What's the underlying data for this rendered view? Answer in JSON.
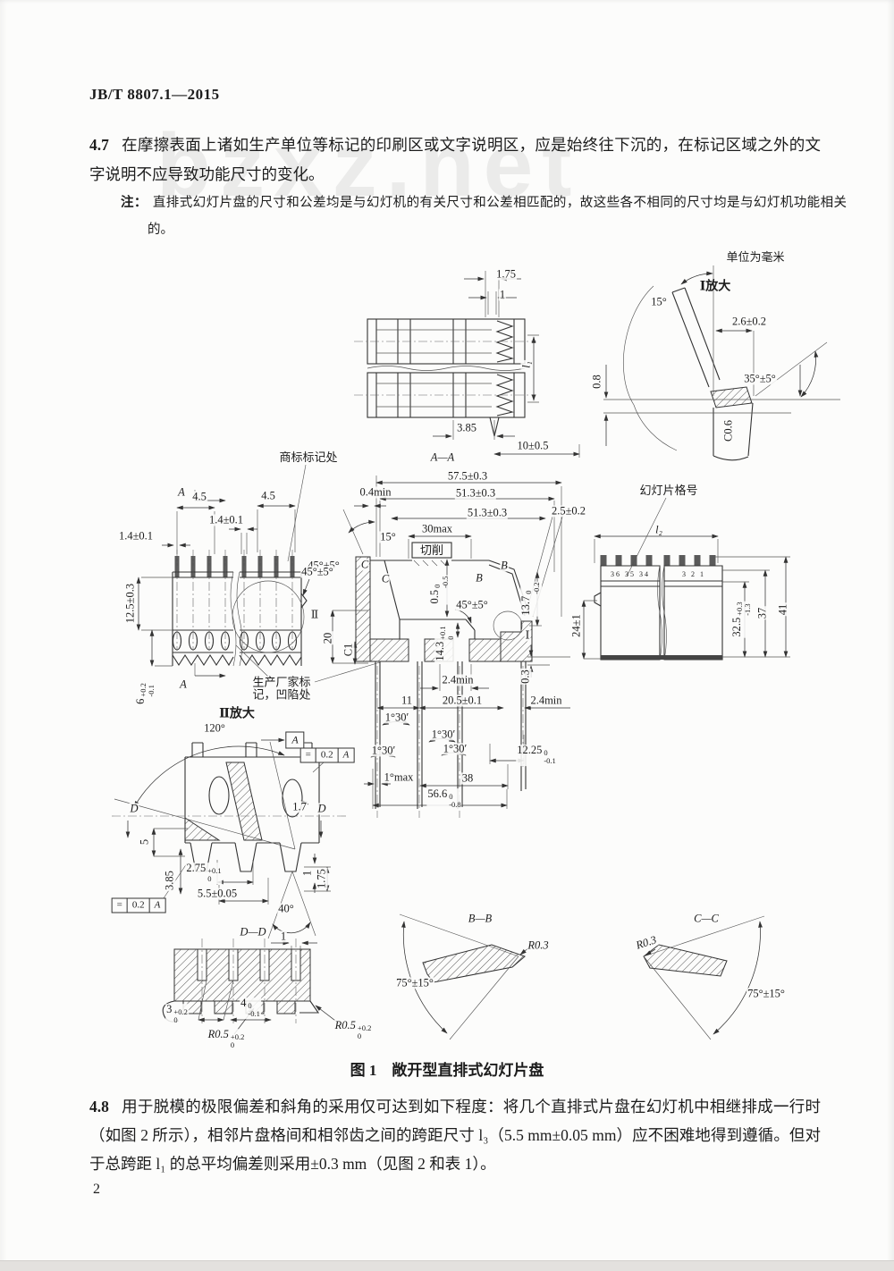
{
  "page": {
    "header": "JB/T 8807.1—2015",
    "page_number": "2",
    "watermark": "bzxz.net"
  },
  "para47": {
    "num": "4.7",
    "text": "在摩擦表面上诸如生产单位等标记的印刷区或文字说明区，应是始终往下沉的，在标记区域之外的文字说明不应导致功能尺寸的变化。"
  },
  "note": {
    "label": "注：",
    "text": "直排式幻灯片盘的尺寸和公差均是与幻灯机的有关尺寸和公差相匹配的，故这些各不相同的尺寸均是与幻灯机功能相关的。"
  },
  "para48": {
    "num": "4.8",
    "text": "用于脱模的极限偏差和斜角的采用仅可达到如下程度：将几个直排式片盘在幻灯机中相继排成一行时（如图 2 所示），相邻片盘格间和相邻齿之间的跨距尺寸 l₃（5.5 mm±0.05 mm）应不困难地得到遵循。但对于总跨距 l₁ 的总平均偏差则采用±0.3 mm（见图 2 和表 1）。"
  },
  "figure": {
    "caption": "图 1　敞开型直排式幻灯片盘",
    "unit_note": "单位为毫米",
    "labels": {
      "aa": "A—A",
      "i_title": "Ⅰ放大",
      "ii_title": "Ⅱ放大",
      "dd_title": "D—D",
      "bb_title": "B—B",
      "cc_title": "C—C",
      "d175": "1.75",
      "d1": "1",
      "l1": "l₁",
      "d385": "3.85",
      "d10": "10±0.5",
      "i15": "15°",
      "i26": "2.6±0.2",
      "i35": "35°±5°",
      "i08": "0.8",
      "ic06": "C0.6",
      "trademark": "商标标记处",
      "mfg1": "生产厂家标",
      "mfg2": "记，凹陷处",
      "slidenum": "幻灯片格号",
      "a_top": "A",
      "a_bot": "A",
      "lv45a": "4.5",
      "lv45b": "4.5",
      "lv14a": "1.4±0.1",
      "lv14b": "1.4±0.1",
      "lv125": "12.5±0.3",
      "lv6": {
        "b": "6",
        "u": "+0.2",
        "d": "-0.1"
      },
      "lv45deg": "45°±5°",
      "mark2": "Ⅱ",
      "d20": "20",
      "c1": "C1",
      "d575": "57.5±0.3",
      "d04": "0.4min",
      "d513a": "51.3±0.3",
      "d513b": "51.3±0.3",
      "d25": "2.5±0.2",
      "d15": "15°",
      "d30": "30max",
      "cut": "切削",
      "d45a": "45°±5°",
      "d45b": "45°±5°",
      "cA": "C",
      "cB": "C",
      "bA": "B",
      "bB": "B",
      "d05": {
        "b": "0.5",
        "u": "0",
        "d": "-0.5"
      },
      "d137": {
        "b": "13.7",
        "u": "0",
        "d": "-0.2"
      },
      "mark1": "Ⅰ",
      "d24": "24±1",
      "d143": {
        "b": "14.3",
        "u": "+0.1",
        "d": "0"
      },
      "d24mina": "2.4min",
      "d24minb": "2.4min",
      "d03": "0.3",
      "d11": "11",
      "d205": "20.5±0.1",
      "a130": "1°30′",
      "d1225": {
        "b": "12.25",
        "u": "0",
        "d": "-0.1"
      },
      "d1max": "1°max",
      "d38": "38",
      "d566": {
        "b": "56.6",
        "u": "0",
        "d": "-0.8"
      },
      "l2": "l₂",
      "d325": {
        "b": "32.5",
        "u": "+0.3",
        "d": "-1.3"
      },
      "d37": "37",
      "d41": "41",
      "numsL": "36 35 34",
      "numsR": "3 2 1",
      "d120": "120°",
      "datumA": "A",
      "fcf": {
        "sym": "=",
        "tol": "0.2",
        "ref": "A"
      },
      "dD": "D",
      "d17": "1.7",
      "d5": "5",
      "ii385": "3.85",
      "d275": {
        "b": "2.75",
        "u": "+0.1",
        "d": "0"
      },
      "d55": "5.5±0.05",
      "ii1": "1",
      "ii175": "1.75",
      "d40": "40°",
      "dd1": "1",
      "dd3": {
        "b": "3",
        "u": "+0.2",
        "d": "0"
      },
      "dd4": {
        "b": "4",
        "u": "0",
        "d": "-0.1"
      },
      "r05": {
        "b": "R0.5",
        "u": "+0.2",
        "d": "0"
      },
      "r03": "R0.3",
      "d75": "75°±15°"
    }
  }
}
